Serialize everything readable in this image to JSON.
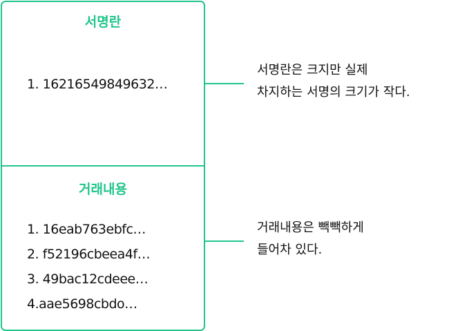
{
  "diagram": {
    "accent_color": "#1fc58b",
    "signature_section": {
      "title": "서명란",
      "items": [
        "1. 16216549849632…"
      ],
      "note_lines": [
        "서명란은 크지만 실제",
        "차지하는 서명의 크기가 작다."
      ]
    },
    "transaction_section": {
      "title": "거래내용",
      "items": [
        "1. 16eab763ebfc…",
        "2. f52196cbeea4f…",
        "3. 49bac12cdeee…",
        "4.aae5698cbdo…"
      ],
      "note_lines": [
        "거래내용은 빽빽하게",
        "들어차 있다."
      ]
    }
  }
}
